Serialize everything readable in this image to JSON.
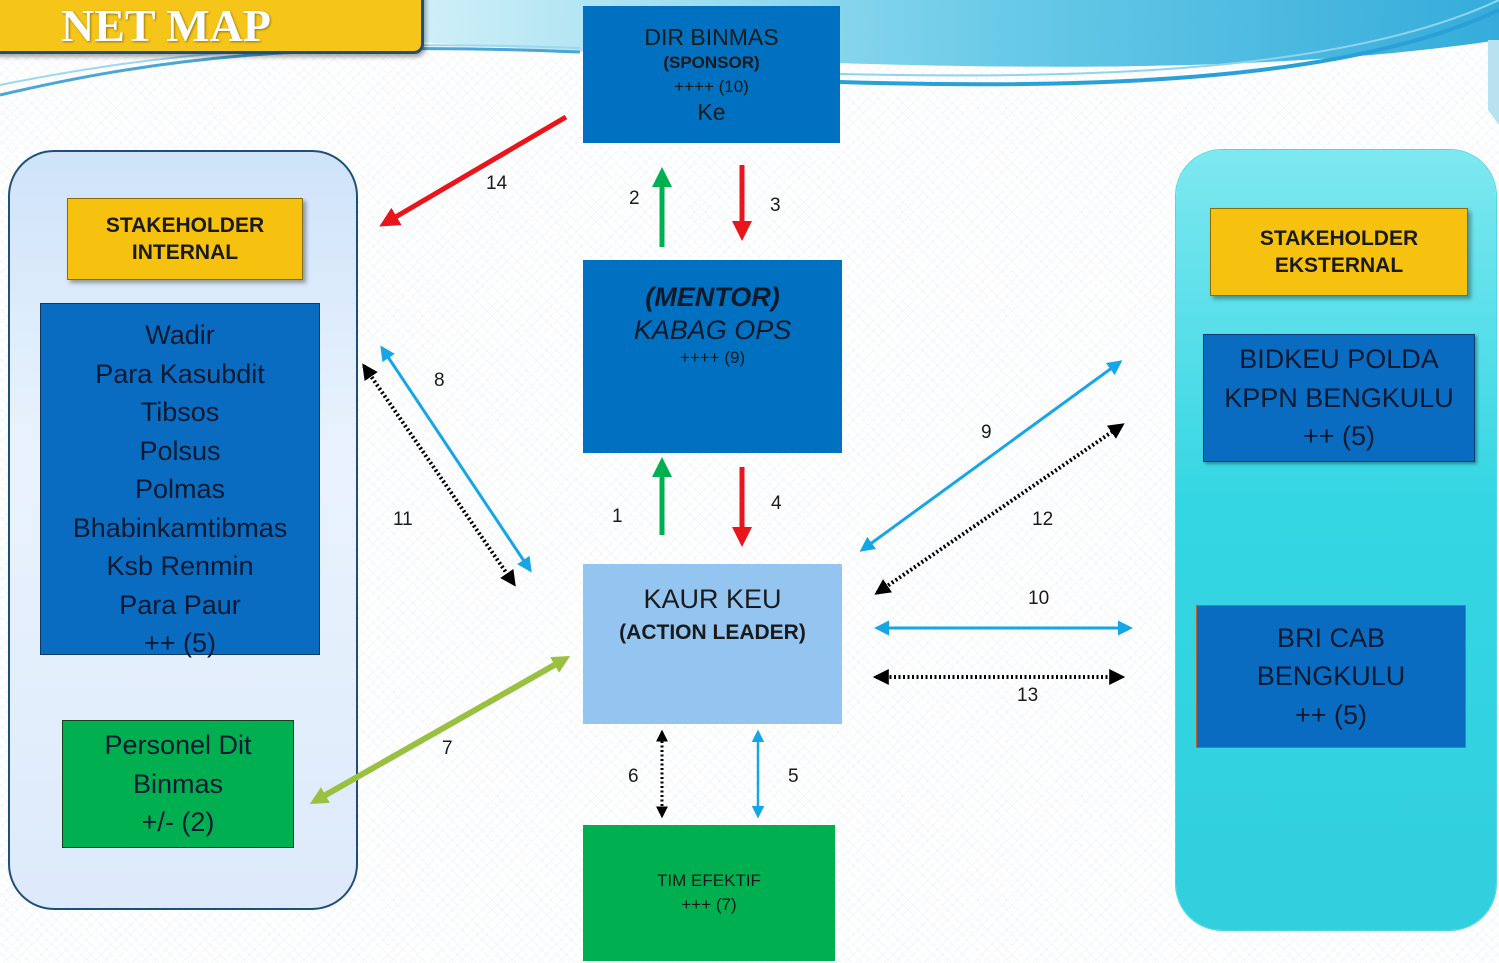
{
  "title": "NET MAP",
  "internal": {
    "label_line1": "STAKEHOLDER",
    "label_line2": "INTERNAL",
    "members": [
      "Wadir",
      "Para Kasubdit",
      "Tibsos",
      "Polsus",
      "Polmas",
      "Bhabinkamtibmas",
      "Ksb Renmin",
      "Para Paur",
      "++ (5)"
    ],
    "personel": [
      "Personel Dit",
      "Binmas",
      "+/- (2)"
    ]
  },
  "external": {
    "label_line1": "STAKEHOLDER",
    "label_line2": "EKSTERNAL",
    "bidkeu": [
      "BIDKEU POLDA",
      "KPPN BENGKULU",
      "++ (5)"
    ],
    "bri": [
      "BRI CAB",
      "BENGKULU",
      "++ (5)"
    ]
  },
  "sponsor": {
    "name": "DIR BINMAS",
    "role": "(SPONSOR)",
    "score": "++++ (10)",
    "extra": "Ke"
  },
  "mentor": {
    "role": "(MENTOR)",
    "name": "KABAG OPS",
    "score": "++++ (9)"
  },
  "action_leader": {
    "name": "KAUR KEU",
    "role": "(ACTION LEADER)"
  },
  "tim": {
    "name": "TIM EFEKTIF",
    "score": "+++ (7)"
  },
  "edge_labels": [
    "1",
    "2",
    "3",
    "4",
    "5",
    "6",
    "7",
    "8",
    "9",
    "10",
    "11",
    "12",
    "13",
    "14"
  ],
  "colors": {
    "green_arrow": "#00b050",
    "red_arrow": "#e8161b",
    "blue_arrow": "#16a6e6",
    "dotted_arrow": "#000000",
    "olive_arrow": "#99c040",
    "label_yellow": "#f7c20f",
    "box_blue": "#0070c0",
    "box_green": "#00b050",
    "action_leader_fill": "#93c5f0",
    "external_panel": "#34d6e3"
  }
}
